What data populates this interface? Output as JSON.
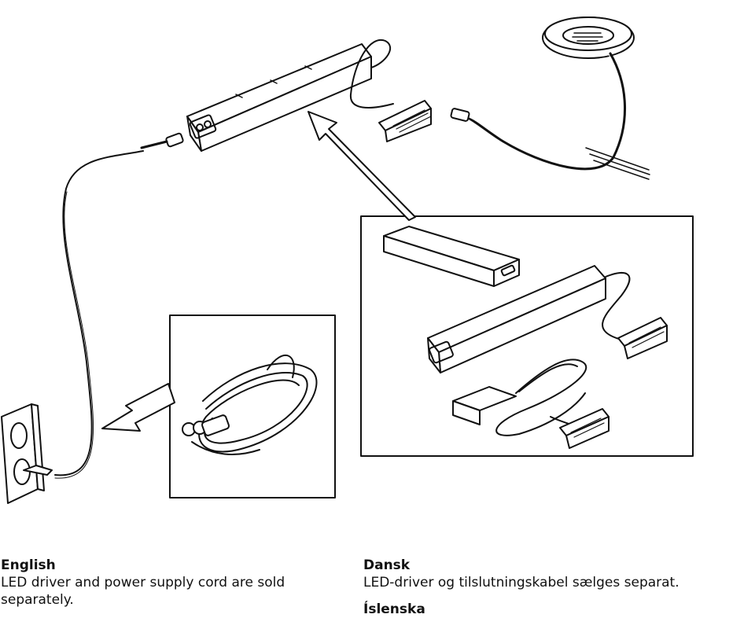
{
  "sections": [
    {
      "heading": "English",
      "text": "LED driver and power supply cord are sold separately."
    },
    {
      "heading": "Dansk",
      "text": "LED-driver og tilslutningskabel sælges separat."
    },
    {
      "heading": "Íslenska",
      "text": ""
    }
  ]
}
